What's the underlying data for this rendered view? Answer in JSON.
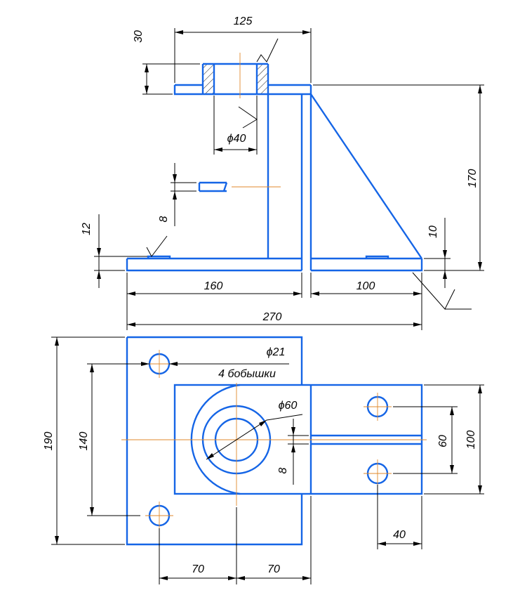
{
  "drawing": {
    "front_view": {
      "dim_boss_width": "125",
      "dim_boss_height": "30",
      "dim_bore": "ϕ40",
      "dim_slot_width": "8",
      "dim_base_thickness": "12",
      "dim_total_height": "170",
      "dim_pad_height": "10",
      "dim_base_left": "160",
      "dim_base_right": "100",
      "dim_overall_length": "270"
    },
    "top_view": {
      "dim_hole": "ϕ21",
      "note_bosses": "4 бобышки",
      "dim_ring": "ϕ60",
      "dim_overall_width": "190",
      "dim_hole_spacing_left": "140",
      "dim_plate_width": "100",
      "dim_hole_spacing_right": "60",
      "dim_slot": "8",
      "dim_hole_offset": "40",
      "dim_center_left": "70",
      "dim_center_right": "70"
    }
  },
  "colors": {
    "part": "#1565e6",
    "dimension": "#000000",
    "centerline": "#e08a2c"
  }
}
